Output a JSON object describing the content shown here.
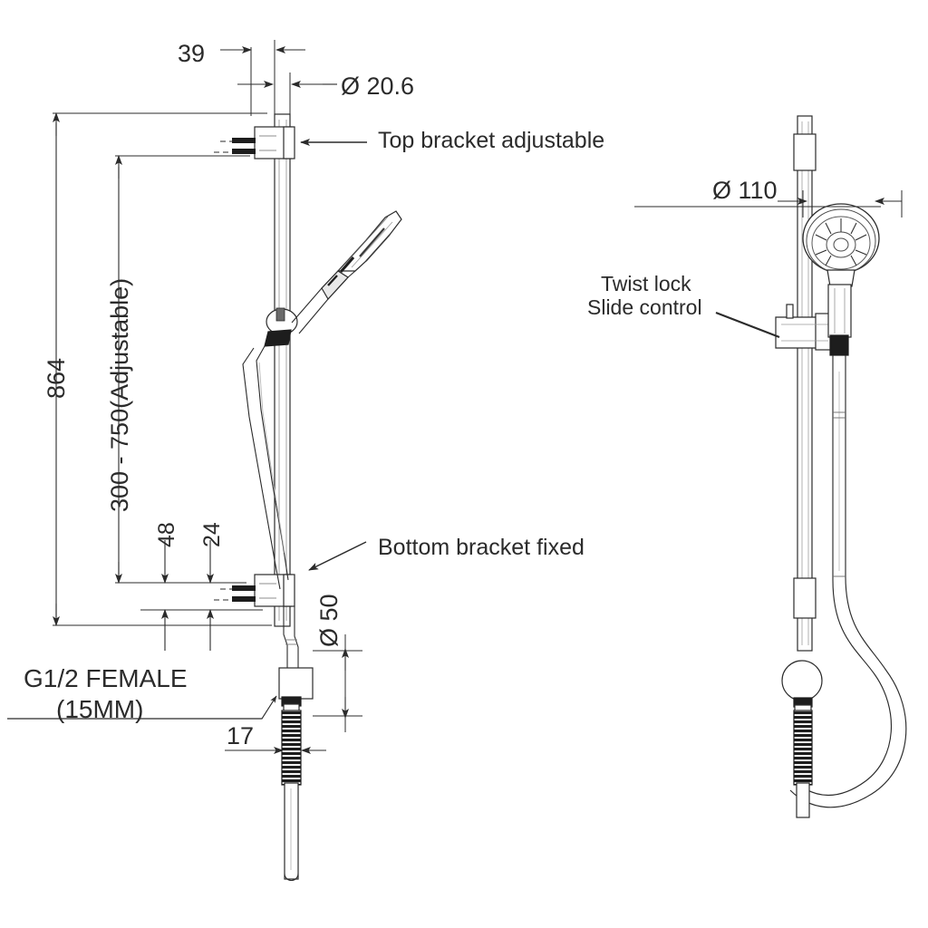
{
  "drawing": {
    "title": "Shower rail slide set technical drawing",
    "line_color": "#2b2b2b",
    "fill_color": "#ffffff",
    "background": "#ffffff",
    "views": [
      {
        "name": "front-elevation",
        "position": "left"
      },
      {
        "name": "side-elevation",
        "position": "right"
      }
    ]
  },
  "left_view": {
    "dimensions": {
      "offset_39": "39",
      "rail_diameter": "Ø 20.6",
      "overall_height": "864",
      "adjustable_range": "300 - 750(Adjustable)",
      "bracket_48": "48",
      "bracket_24": "24",
      "elbow_diameter": "Ø 50",
      "elbow_projection": "17"
    },
    "callouts": {
      "top_bracket": "Top bracket adjustable",
      "bottom_bracket": "Bottom bracket fixed",
      "inlet_line1": "G1/2 FEMALE",
      "inlet_line2": "(15MM)"
    }
  },
  "right_view": {
    "dimensions": {
      "head_diameter": "Ø 110"
    },
    "callouts": {
      "slider_line1": "Twist lock",
      "slider_line2": "Slide  control"
    }
  }
}
